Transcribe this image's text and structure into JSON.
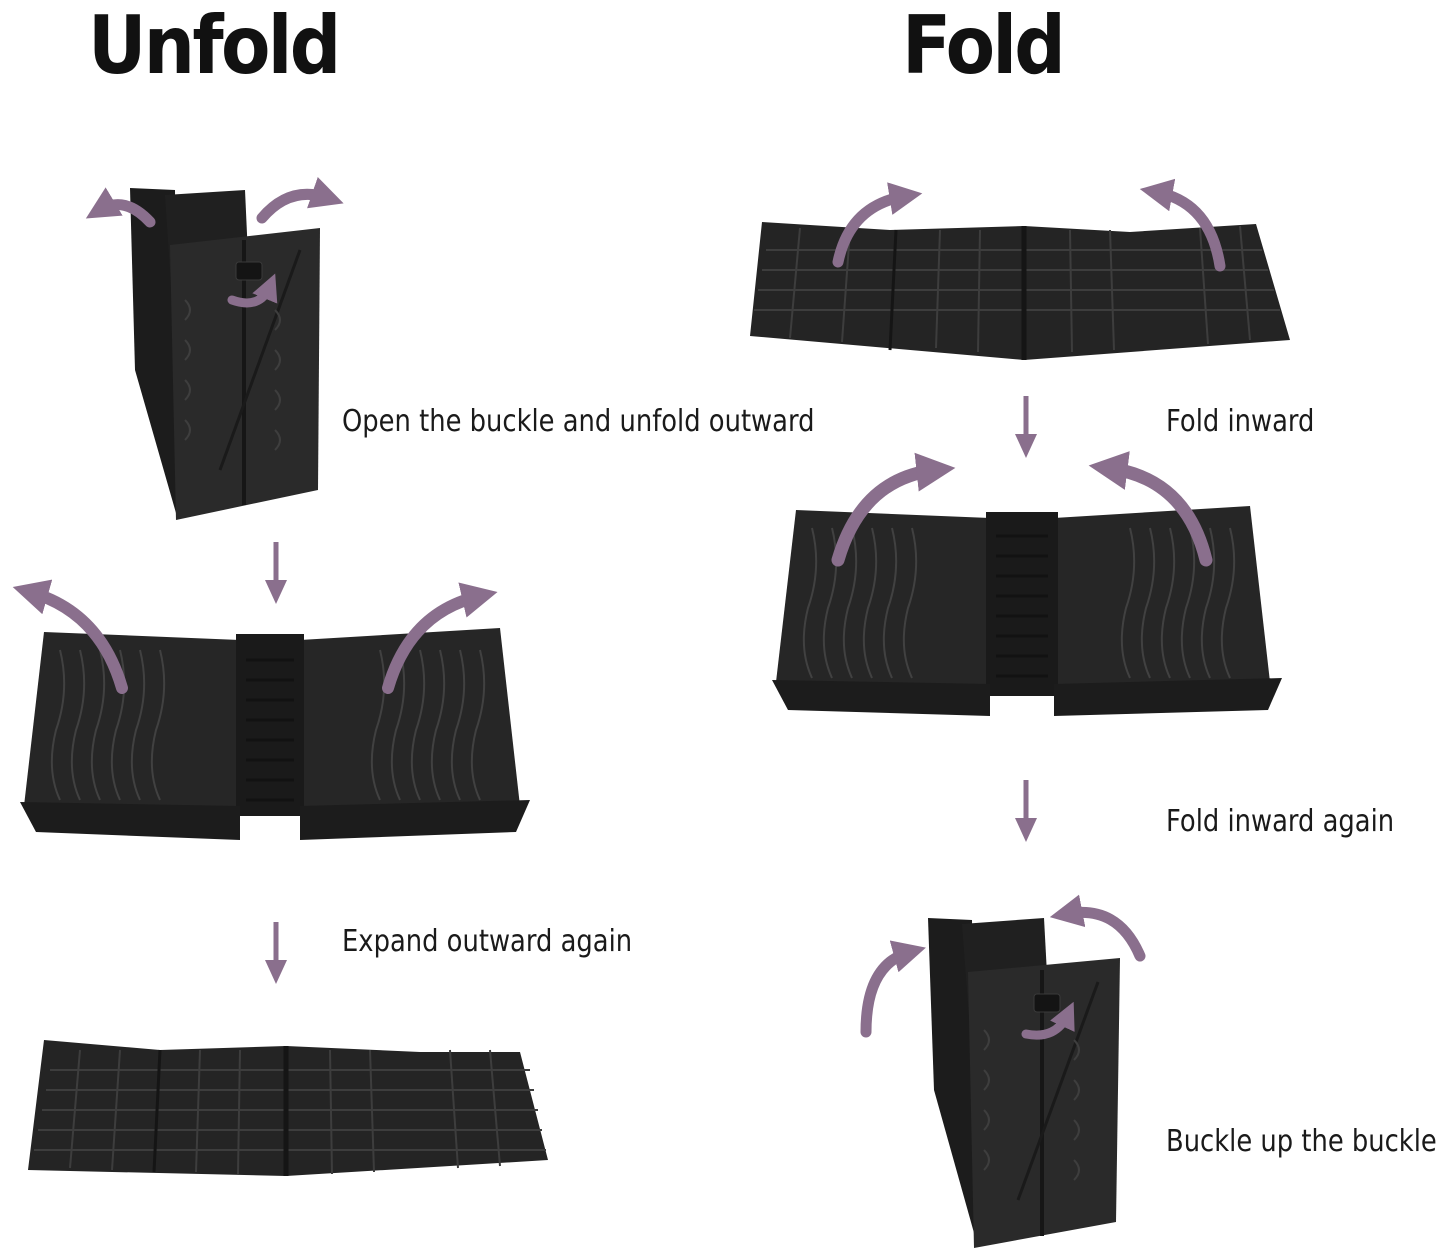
{
  "unfold": {
    "title": "Unfold",
    "steps": [
      "Open the buckle and unfold outward",
      "Expand outward again"
    ]
  },
  "fold": {
    "title": "Fold",
    "steps": [
      "Fold inward",
      "Fold inward again",
      "Buckle up the buckle"
    ]
  },
  "colors": {
    "arrow_curved": "#8a6f8d",
    "arrow_down": "#8a6f8d",
    "ramp": "#2a2a2a",
    "ramp_dark": "#161616",
    "ramp_ridge": "#444444"
  }
}
